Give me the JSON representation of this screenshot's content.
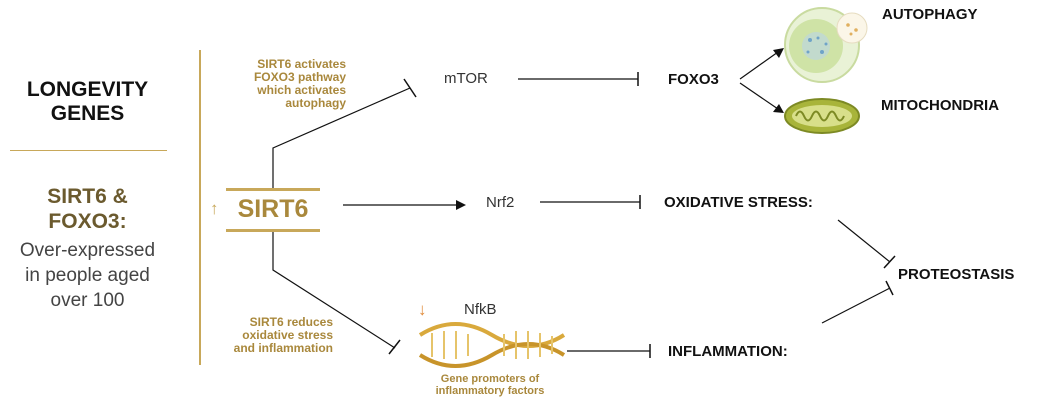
{
  "left": {
    "title_line1": "LONGEVITY",
    "title_line2": "GENES",
    "subtitle_line1": "SIRT6 &",
    "subtitle_line2": "FOXO3:",
    "desc_line1": "Over-expressed",
    "desc_line2": "in people aged",
    "desc_line3": "over 100"
  },
  "center": {
    "sirt6_label": "SIRT6",
    "up_arrow": "↑"
  },
  "notes": {
    "top_line1": "SIRT6 activates",
    "top_line2": "FOXO3 pathway",
    "top_line3": "which activates",
    "top_line4": "autophagy",
    "bottom_line1": "SIRT6 reduces",
    "bottom_line2": "oxidative stress",
    "bottom_line3": "and inflammation"
  },
  "nodes": {
    "mtor": "mTOR",
    "foxo3": "FOXO3",
    "autophagy": "AUTOPHAGY",
    "mitochondria": "MITOCHONDRIA",
    "nrf2": "Nrf2",
    "oxidative_stress": "OXIDATIVE STRESS:",
    "proteostasis": "PROTEOSTASIS",
    "nfkb": "NfkB",
    "nfkb_arrow": "↓",
    "inflammation": "INFLAMMATION:",
    "gene_note_line1": "Gene promoters of",
    "gene_note_line2": "inflammatory factors"
  },
  "colors": {
    "gold": "#c8a85a",
    "dark_gold": "#a9883c",
    "olive": "#6b5a2e",
    "down_arrow": "#e08b3a",
    "cell_green": "#cfe3a6",
    "mito_green": "#8a9a2e"
  }
}
